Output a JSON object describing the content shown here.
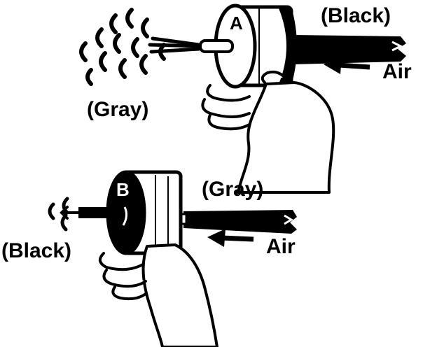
{
  "labels": {
    "top_hose_color": "(Black)",
    "top_air": "Air",
    "top_exhaust_color": "(Gray)",
    "top_valve_mark": "A",
    "bottom_hose_color": "(Gray)",
    "bottom_air": "Air",
    "bottom_exhaust_color": "(Black)",
    "bottom_valve_mark": "B"
  },
  "colors": {
    "ink": "#000000",
    "paper": "#ffffff"
  }
}
